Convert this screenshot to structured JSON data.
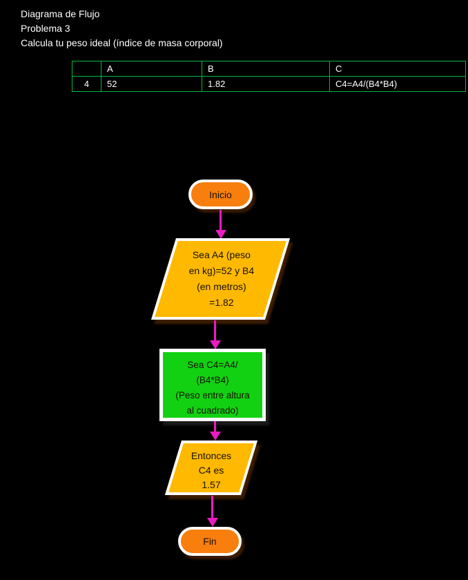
{
  "page": {
    "background": "#000000"
  },
  "header": {
    "lines": [
      "Diagrama de Flujo",
      "Problema 3",
      "Calcula tu peso ideal (índice de masa corporal)"
    ]
  },
  "table": {
    "border_color": "#00BB40",
    "corner_header": "",
    "columns": [
      "A",
      "B",
      "C"
    ],
    "row_label": "4",
    "cells": [
      "52",
      "1.82",
      "C4=A4/(B4*B4)"
    ]
  },
  "flowchart": {
    "arrow_color": "#EB1BC3",
    "colors": {
      "terminator_fill": "#F87E0E",
      "io_fill": "#FFB900",
      "process_fill": "#12D112",
      "shape_border": "#FFFFFF",
      "text": "#171002"
    },
    "start": {
      "label": "Inicio"
    },
    "input": {
      "lines": [
        "Sea A4 (peso",
        "en kg)=52 y B4",
        "(en metros)",
        "=1.82"
      ]
    },
    "process": {
      "lines": [
        "Sea C4=A4/",
        "(B4*B4)",
        "(Peso entre altura",
        "al cuadrado)"
      ]
    },
    "output": {
      "lines": [
        "Entonces",
        "C4 es",
        "1.57"
      ]
    },
    "end": {
      "label": "Fin"
    }
  }
}
